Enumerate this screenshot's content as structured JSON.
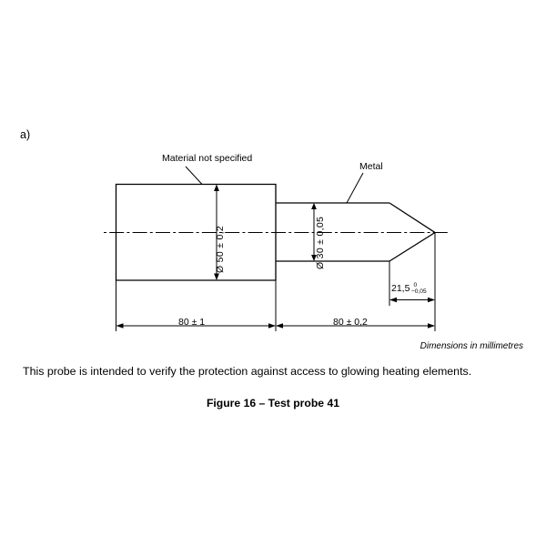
{
  "page": {
    "item_label": "a)",
    "background_color": "#ffffff",
    "line_color": "#000000"
  },
  "drawing": {
    "title": "Test probe 41 technical drawing",
    "annotations": {
      "material_label": "Material not specified",
      "metal_label": "Metal"
    },
    "dimensions": {
      "diameter_large": "Ø 50 ± 0,2",
      "diameter_small": "Ø 30 ± 0,05",
      "length_handle": "80 ± 1",
      "length_shaft": "80 ± 0,2",
      "cone_length_value": "21,5",
      "cone_tolerance_upper": "0",
      "cone_tolerance_lower": "−0,05"
    }
  },
  "notes": {
    "units": "Dimensions in millimetres",
    "body": "This probe is intended to verify the protection against access to glowing heating elements.",
    "caption": "Figure 16 – Test probe 41"
  }
}
